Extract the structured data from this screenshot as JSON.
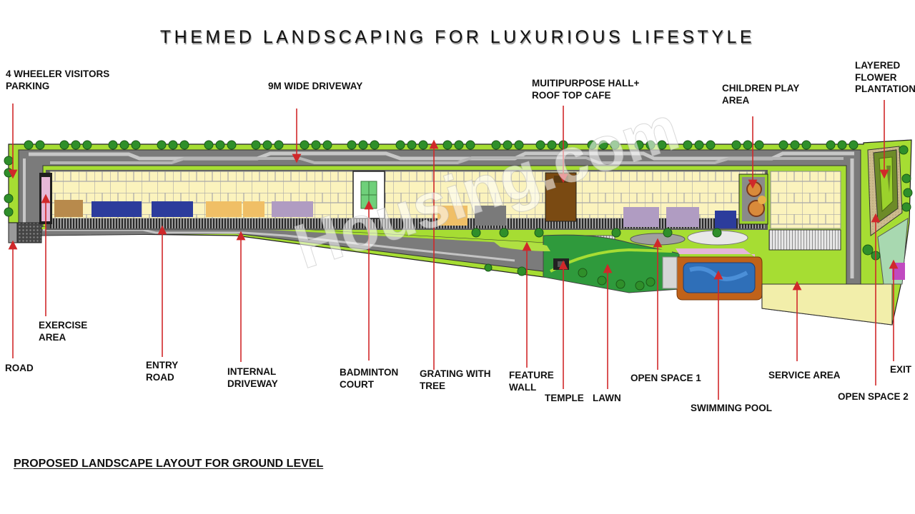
{
  "title": "THEMED LANDSCAPING FOR LUXURIOUS LIFESTYLE",
  "footer_caption": "PROPOSED LANDSCAPE LAYOUT FOR GROUND LEVEL",
  "watermark": "Housing.com",
  "colors": {
    "leader_line": "#d0282a",
    "green_border": "#9ed82c",
    "tree": "#2f8f2a",
    "road_dark": "#7b7b7b",
    "road_light": "#c4c4c4",
    "building": "#fbf3bd",
    "lawn": "#2f9a3c",
    "pool_water": "#2f6fb8",
    "pool_deck": "#c0621a",
    "service_area": "#f2eeaa",
    "hall": "#7a4a12",
    "badminton": "#6fd07a"
  },
  "labels": {
    "top": [
      {
        "id": "visitors_parking",
        "text": "4 WHEELER VISITORS\nPARKING"
      },
      {
        "id": "driveway_9m",
        "text": "9M WIDE DRIVEWAY"
      },
      {
        "id": "multipurpose_hall",
        "text": "MUITIPURPOSE HALL+\nROOF TOP CAFE"
      },
      {
        "id": "children_play",
        "text": "CHILDREN PLAY\nAREA"
      },
      {
        "id": "flower_plantation",
        "text": "LAYERED\nFLOWER\nPLANTATION"
      }
    ],
    "bottom": [
      {
        "id": "exercise_area",
        "text": "EXERCISE\nAREA"
      },
      {
        "id": "road",
        "text": "ROAD"
      },
      {
        "id": "entry_road",
        "text": "ENTRY\nROAD"
      },
      {
        "id": "internal_driveway",
        "text": "INTERNAL\nDRIVEWAY"
      },
      {
        "id": "badminton_court",
        "text": "BADMINTON\nCOURT"
      },
      {
        "id": "grating_tree",
        "text": "GRATING WITH\nTREE"
      },
      {
        "id": "feature_wall",
        "text": "FEATURE\nWALL"
      },
      {
        "id": "temple",
        "text": "TEMPLE"
      },
      {
        "id": "lawn",
        "text": "LAWN"
      },
      {
        "id": "open_space_1",
        "text": "OPEN SPACE 1"
      },
      {
        "id": "swimming_pool",
        "text": "SWIMMING POOL"
      },
      {
        "id": "service_area",
        "text": "SERVICE AREA"
      },
      {
        "id": "exit",
        "text": "EXIT"
      },
      {
        "id": "open_space_2",
        "text": "OPEN SPACE 2"
      }
    ]
  }
}
